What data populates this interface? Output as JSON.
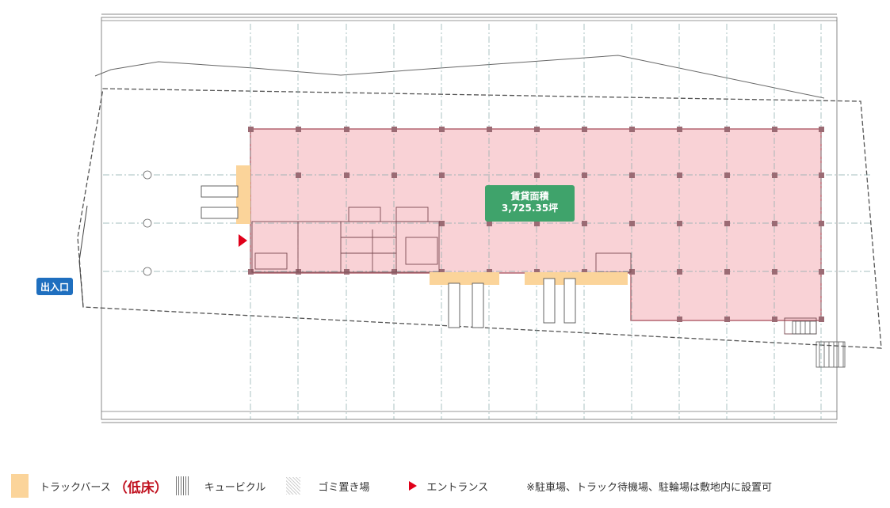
{
  "labels": {
    "entrance_exit": "出入口",
    "area_title": "賃貸面積",
    "area_value": "3,725.35坪"
  },
  "legend": {
    "truck_berth": "トラックバース",
    "low_floor": "（低床）",
    "cubicle": "キュービクル",
    "trash": "ゴミ置き場",
    "entrance": "エントランス",
    "note": "※駐車場、トラック待機場、駐輪場は敷地内に設置可"
  },
  "colors": {
    "building_fill": "#f9d2d6",
    "berth_fill": "#fbd49a",
    "area_badge": "#3fa36b",
    "entrance_badge": "#1f6fbf",
    "entrance_marker": "#e0001a"
  }
}
